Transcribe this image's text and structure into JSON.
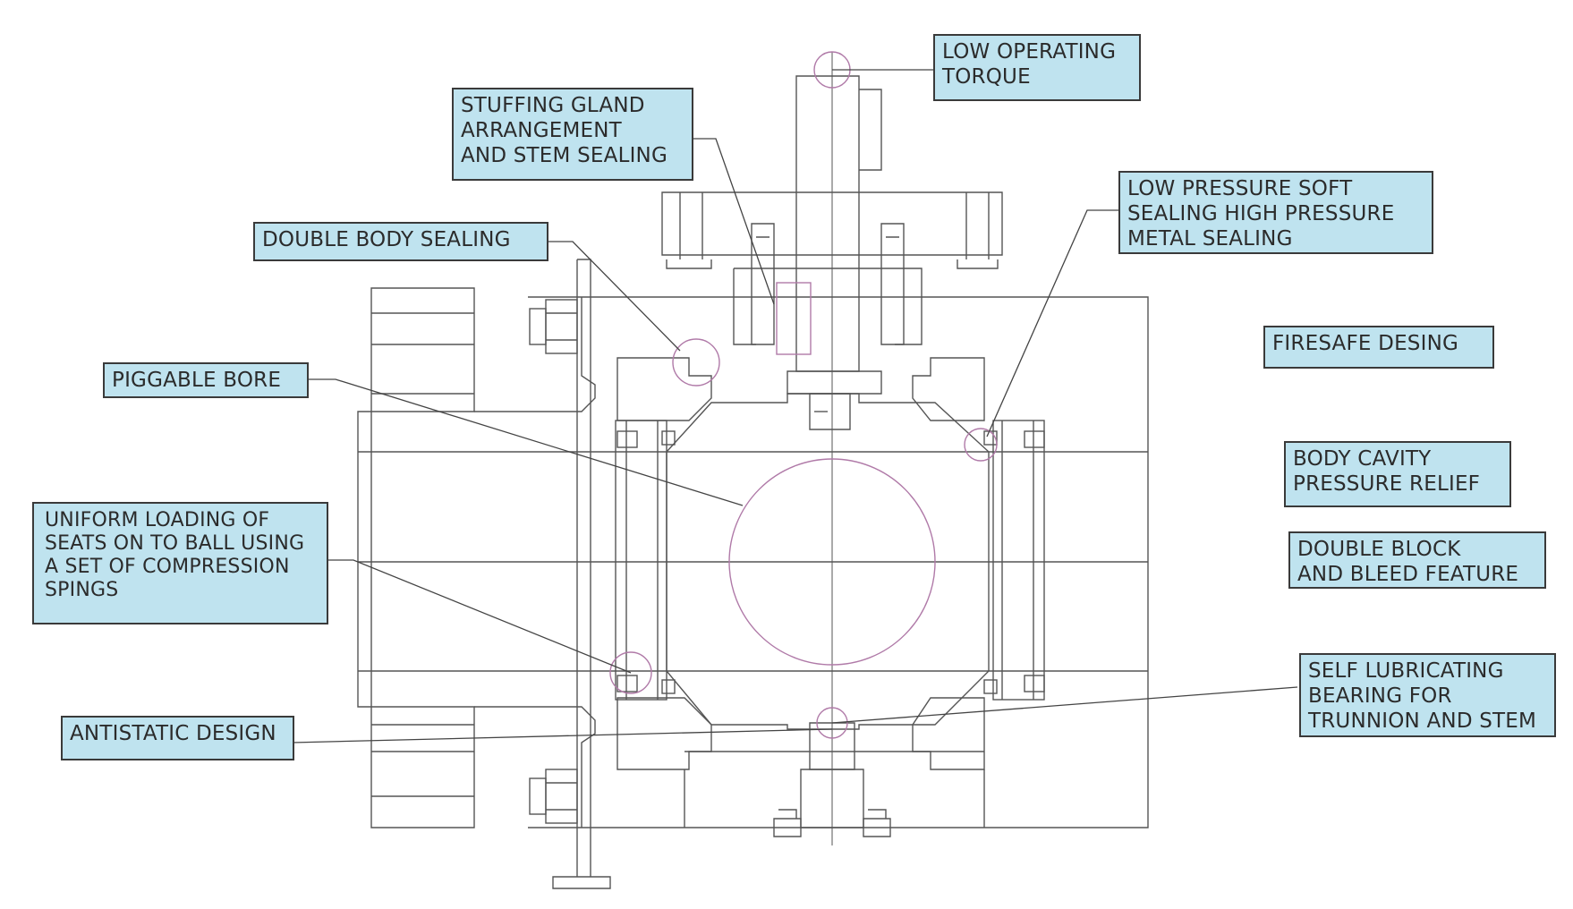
{
  "diagram": {
    "line_color": "#555555",
    "accent_color": "#b07aa8",
    "label_fill": "#bfe3ef",
    "labels": {
      "low_operating_torque": "LOW OPERATING\nTORQUE",
      "stuffing_gland": "STUFFING GLAND\nARRANGEMENT\nAND STEM SEALING",
      "low_pressure_soft_sealing": "LOW PRESSURE SOFT\nSEALING HIGH PRESSURE\nMETAL SEALING",
      "double_body_sealing": "DOUBLE BODY SEALING",
      "firesafe": "FIRESAFE DESING",
      "piggable_bore": "PIGGABLE BORE",
      "body_cavity_relief": "BODY CAVITY\nPRESSURE RELIEF",
      "double_block_bleed": "DOUBLE BLOCK\nAND BLEED FEATURE",
      "uniform_loading": "UNIFORM LOADING OF\nSEATS ON TO BALL USING\nA SET OF COMPRESSION\nSPINGS",
      "self_lubricating": "SELF LUBRICATING\nBEARING FOR\nTRUNNION AND STEM",
      "antistatic": "ANTISTATIC DESIGN"
    }
  }
}
